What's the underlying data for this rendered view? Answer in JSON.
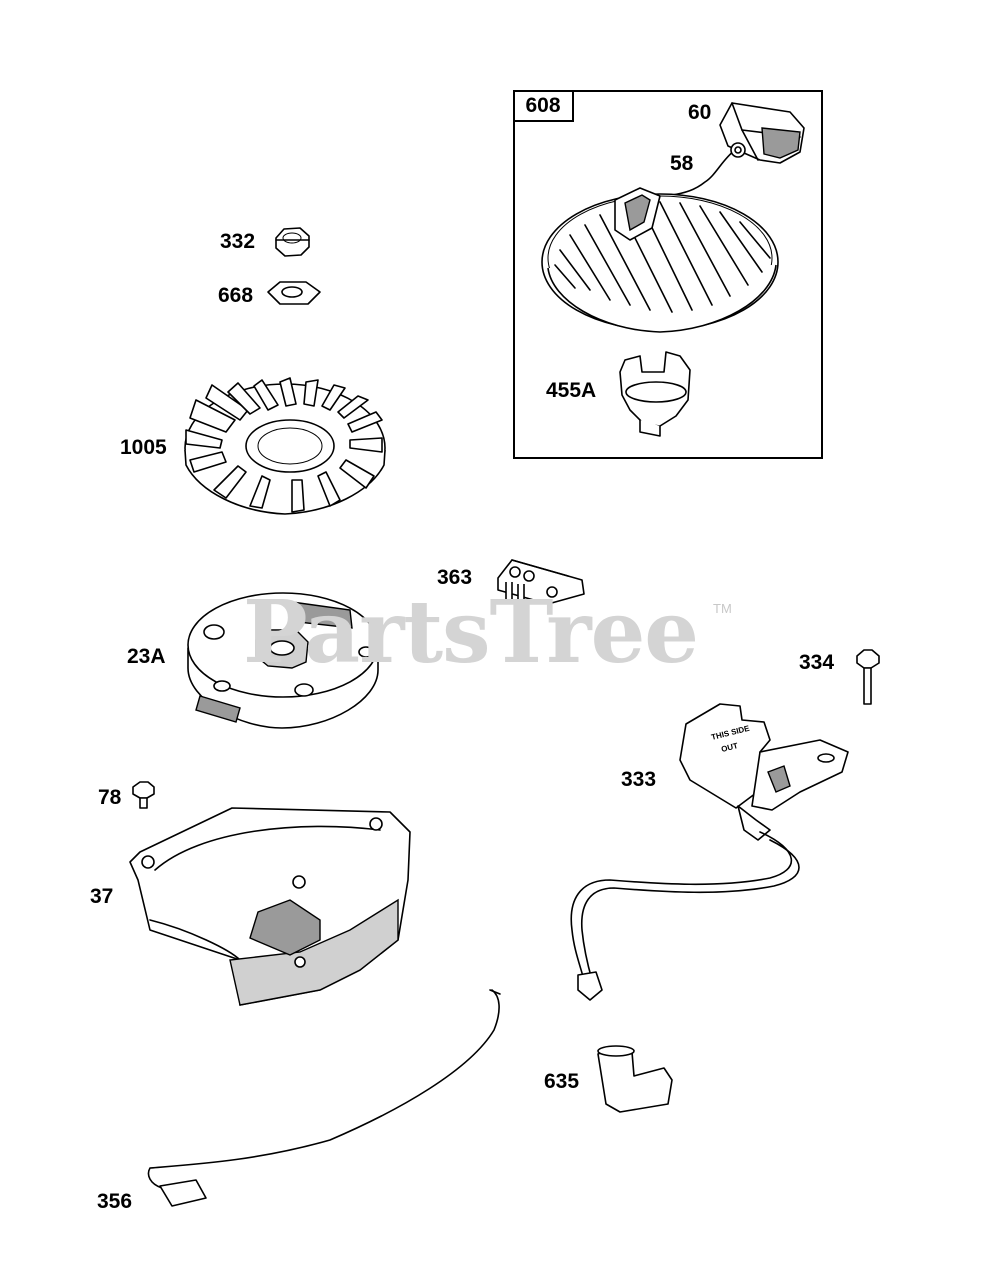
{
  "watermark": {
    "text": "PartsTree",
    "trademark": "TM"
  },
  "inset": {
    "id": "608"
  },
  "callouts": {
    "p60": "60",
    "p58": "58",
    "p455a": "455A",
    "p332": "332",
    "p668": "668",
    "p1005": "1005",
    "p363": "363",
    "p23a": "23A",
    "p334": "334",
    "p333": "333",
    "p78": "78",
    "p37": "37",
    "p635": "635",
    "p356": "356"
  },
  "coil_marking": {
    "line1": "THIS SIDE",
    "line2": "OUT"
  }
}
